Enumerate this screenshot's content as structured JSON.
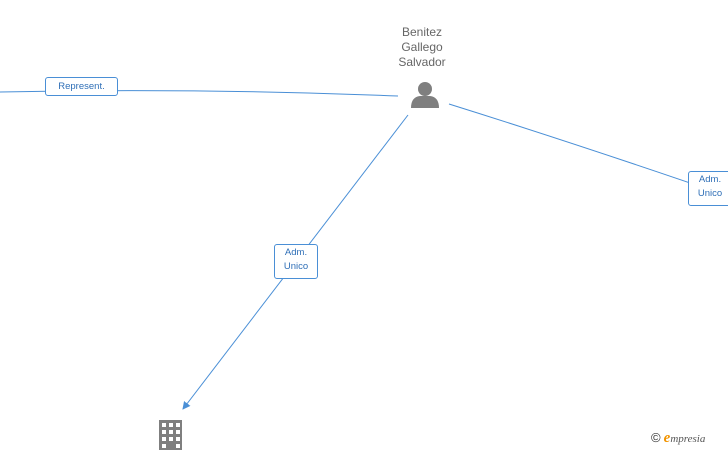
{
  "nodes": {
    "person": {
      "name_lines": [
        "Benitez",
        "Gallego",
        "Salvador"
      ],
      "icon": "person-icon"
    },
    "company": {
      "icon": "building-icon"
    }
  },
  "edges": [
    {
      "label_lines": [
        "Represent."
      ]
    },
    {
      "label_lines": [
        "Adm.",
        "Unico"
      ]
    },
    {
      "label_lines": [
        "Adm.",
        "Unico"
      ]
    }
  ],
  "colors": {
    "edge": "#4a8fd6",
    "label_text": "#2f6fb7",
    "icon": "#7f7f7f",
    "brand": "#f29400"
  },
  "watermark": {
    "symbol": "©",
    "brand_initial": "e",
    "brand_rest": "mpresia"
  }
}
